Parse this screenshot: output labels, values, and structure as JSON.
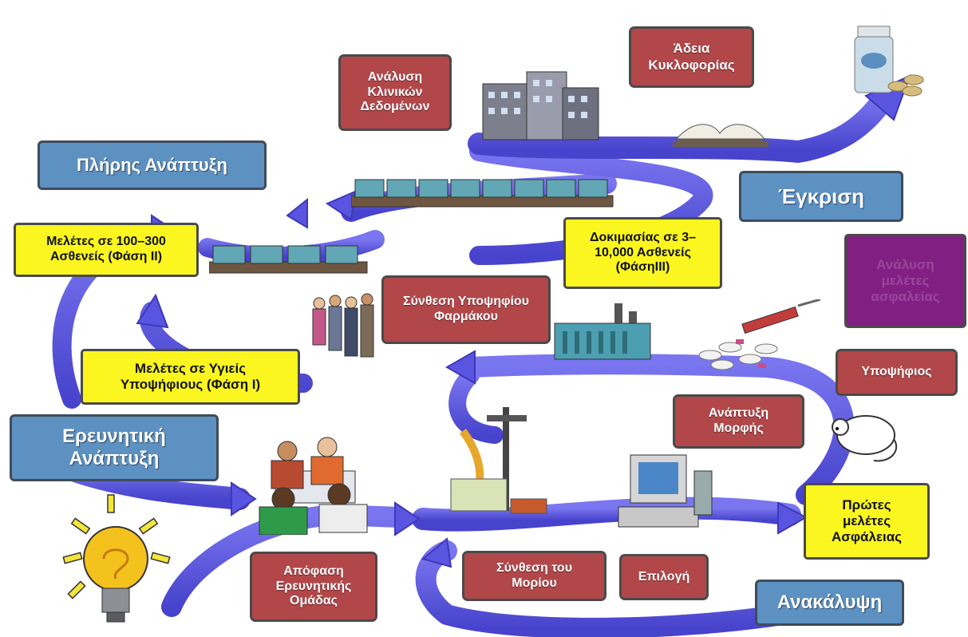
{
  "phases": {
    "full_development": "Πλήρης Ανάπτυξη",
    "research_development": "Ερευνητική\nΑνάπτυξη",
    "approval": "Έγκριση",
    "discovery": "Ανακάλυψη"
  },
  "steps": {
    "clinical_data_analysis": "Ανάλυση\nΚλινικών\nΔεδομένων",
    "marketing_authorization": "Άδεια\nΚυκλοφορίας",
    "phase2_studies": "Μελέτες σε 100–300\nΑσθενείς (Φάση II)",
    "phase3_trials": "Δοκιμασίας σε 3–\n10,000 Ασθενείς\n(ΦάσηIII)",
    "candidate_synthesis": "Σύνθεση Υποψηφίου\nΦαρμάκου",
    "phase1_studies": "Μελέτες σε Υγιείς\nΥποψήφιους (Φάση I)",
    "candidate": "Υποψήφιος",
    "form_development": "Ανάπτυξη\nΜορφής",
    "first_safety_studies": "Πρώτες\nμελέτες\nΑσφάλειας",
    "research_team_decision": "Απόφαση\nΕρευνητικής\nΟμάδας",
    "molecule_synthesis": "Σύνθεση του\nΜορίου",
    "selection": "Επιλογή",
    "hidden_box": "Ανάλυση\nμελέτες\nασφαλείας"
  },
  "colors": {
    "arrow": "#5a55e0",
    "arrow_dark": "#3d38b8",
    "red_box": "#b2474a",
    "yellow_box": "#fbf61f",
    "blue_box": "#5c91c2",
    "purple_box": "#811f82"
  }
}
